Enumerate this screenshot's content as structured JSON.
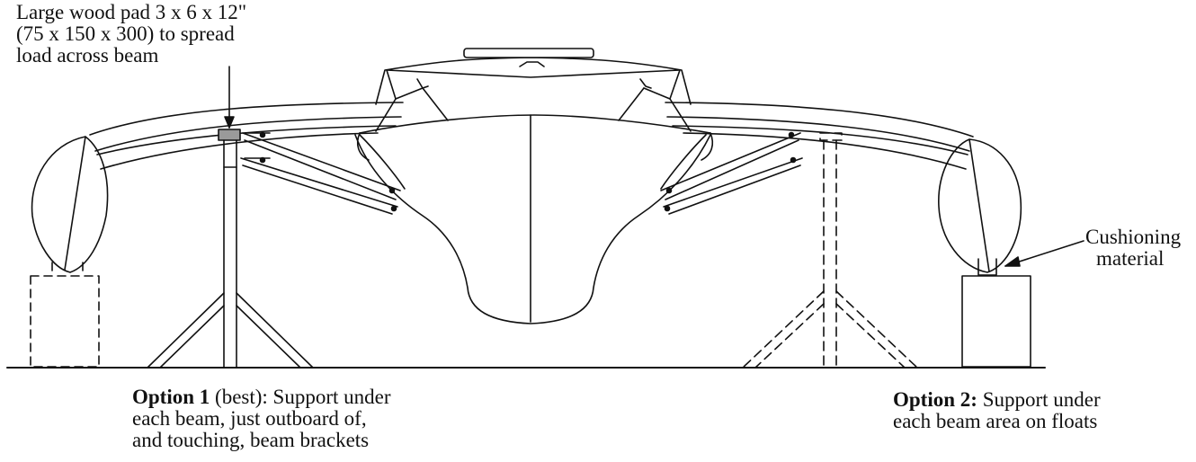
{
  "annotations": {
    "wood_pad": {
      "lines": [
        "Large wood pad 3 x 6 x 12\"",
        "(75 x 150 x 300) to spread",
        "load across beam"
      ]
    },
    "cushioning": {
      "lines": [
        "Cushioning",
        "material"
      ]
    },
    "option1": {
      "heading": "Option 1",
      "line1_rest": " (best): Support under",
      "line2": "each beam, just outboard of,",
      "line3": "and touching, beam brackets"
    },
    "option2": {
      "heading": "Option 2:",
      "line1_rest": " Support under",
      "line2": "each beam area on floats"
    }
  },
  "colors": {
    "line": "#111111",
    "pad_fill": "#9a9a9a",
    "background": "#ffffff"
  }
}
